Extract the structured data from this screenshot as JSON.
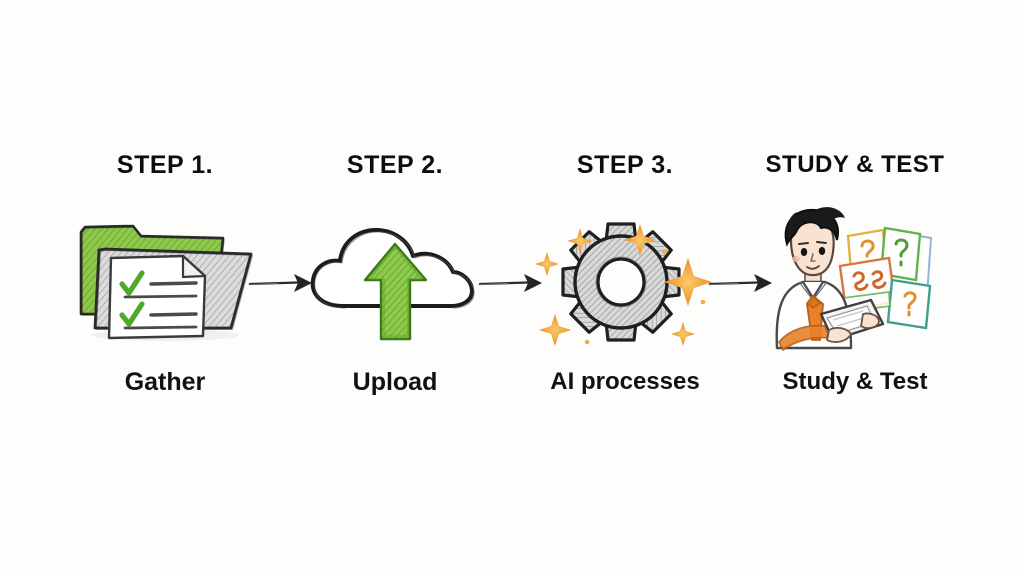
{
  "diagram": {
    "background_color": "#fdfdfc",
    "accent_green": "#7ac143",
    "accent_green_dark": "#4e8c2a",
    "accent_orange": "#e8912a",
    "sketch_ink": "#1e1e1e",
    "sketch_gray": "#b8b8b8",
    "title_color": "#0d0d0d"
  },
  "steps": [
    {
      "header": "STEP 1.",
      "caption": "Gather",
      "icon": "folder-with-checklist-icon"
    },
    {
      "header": "STEP 2.",
      "caption": "Upload",
      "icon": "cloud-upload-icon"
    },
    {
      "header": "STEP 3.",
      "caption": "AI processes",
      "icon": "sparkling-gear-icon"
    },
    {
      "header": "STUDY & TEST",
      "caption": "Study & Test",
      "icon": "student-with-flashcards-icon"
    }
  ],
  "arrows": [
    {
      "name": "arrow-step1-to-step2"
    },
    {
      "name": "arrow-step2-to-step3"
    },
    {
      "name": "arrow-step3-to-step4"
    }
  ]
}
